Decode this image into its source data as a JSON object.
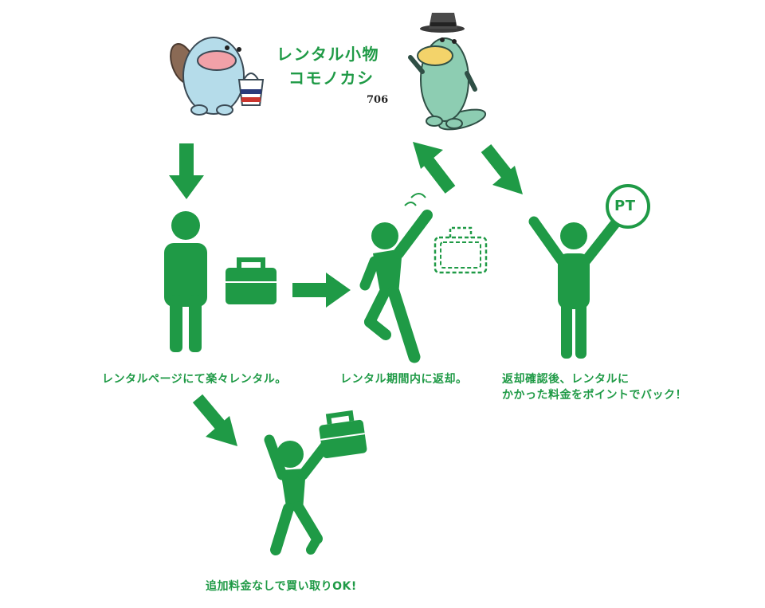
{
  "title": {
    "line1": "レンタル小物",
    "line2": "コモノカシ"
  },
  "logo_text": "706",
  "steps": {
    "rent": "レンタルページにて楽々レンタル。",
    "return": "レンタル期間内に返却。",
    "points_line1": "返却確認後、レンタルに",
    "points_line2": "かかった料金をポイントでバック！",
    "buy": "追加料金なしで買い取りOK!"
  },
  "badge_text": "PT",
  "colors": {
    "green": "#1f9a46",
    "mascot_blue": "#b5dcea",
    "mascot_green": "#8dcdb2",
    "beak_pink": "#f2a1a8",
    "beak_yellow": "#f3d36a"
  },
  "icons": [
    "platypus-mascot-blue",
    "platypus-mascot-green",
    "person-icon",
    "briefcase-icon",
    "arrow-icon",
    "pt-badge-icon"
  ]
}
